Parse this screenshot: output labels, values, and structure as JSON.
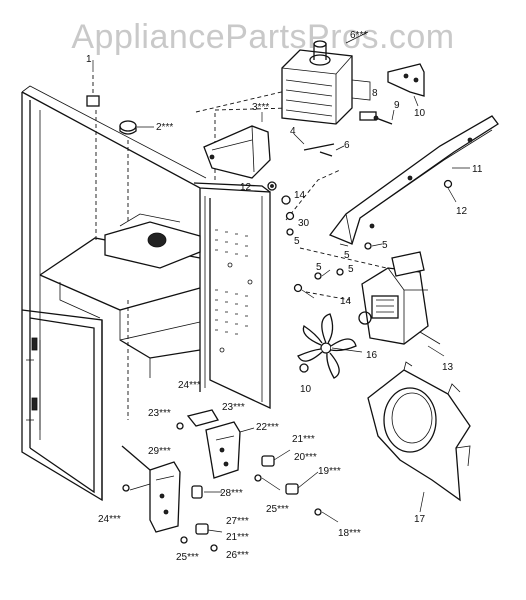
{
  "watermark": "AppliancePartsPros.com",
  "labels": {
    "l1": "1",
    "l2": "2***",
    "l3": "3***",
    "l4": "4",
    "l5a": "5",
    "l5b": "5",
    "l5c": "5",
    "l5d": "5",
    "l5e": "5",
    "l6top": "6***",
    "l6": "6",
    "l8": "8",
    "l9": "9",
    "l10": "10",
    "l11": "11",
    "l12a": "12",
    "l12b": "12",
    "l13": "13",
    "l14a": "14",
    "l14b": "14",
    "l16": "16",
    "l17": "17",
    "l18": "18***",
    "l19": "19***",
    "l20": "20***",
    "l21a": "21***",
    "l21b": "21***",
    "l22": "22***",
    "l23a": "23***",
    "l23b": "23***",
    "l24a": "24***",
    "l24b": "24***",
    "l25a": "25***",
    "l25b": "25***",
    "l26": "26***",
    "l27": "27***",
    "l28": "28***",
    "l29": "29***",
    "l30": "30",
    "l10b": "10"
  }
}
